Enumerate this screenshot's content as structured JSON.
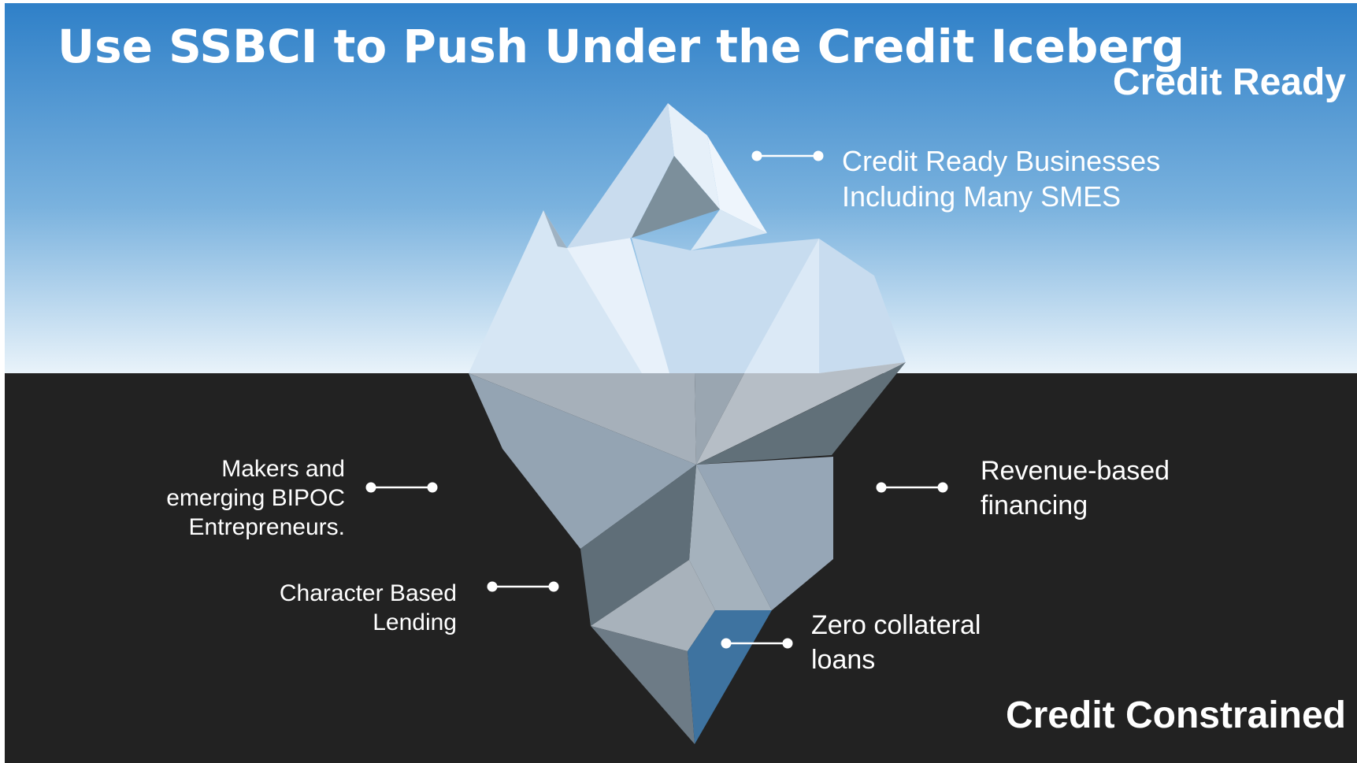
{
  "slide": {
    "title": "Use SSBCI to Push Under the Credit Iceberg",
    "top_right_label": "Credit Ready",
    "bottom_right_label": "Credit Constrained",
    "colors": {
      "sky_top": "#2f80c8",
      "sky_bottom": "#e9f3fa",
      "water": "#222222",
      "highlight_facet": "#3e73a0",
      "text": "#ffffff"
    }
  },
  "callouts": {
    "credit_ready_businesses": "Credit Ready Businesses Including Many SMES",
    "makers": "Makers and emerging BIPOC Entrepreneurs.",
    "character_lending": "Character Based Lending",
    "revenue_financing": "Revenue-based financing",
    "zero_collateral": "Zero collateral loans"
  }
}
